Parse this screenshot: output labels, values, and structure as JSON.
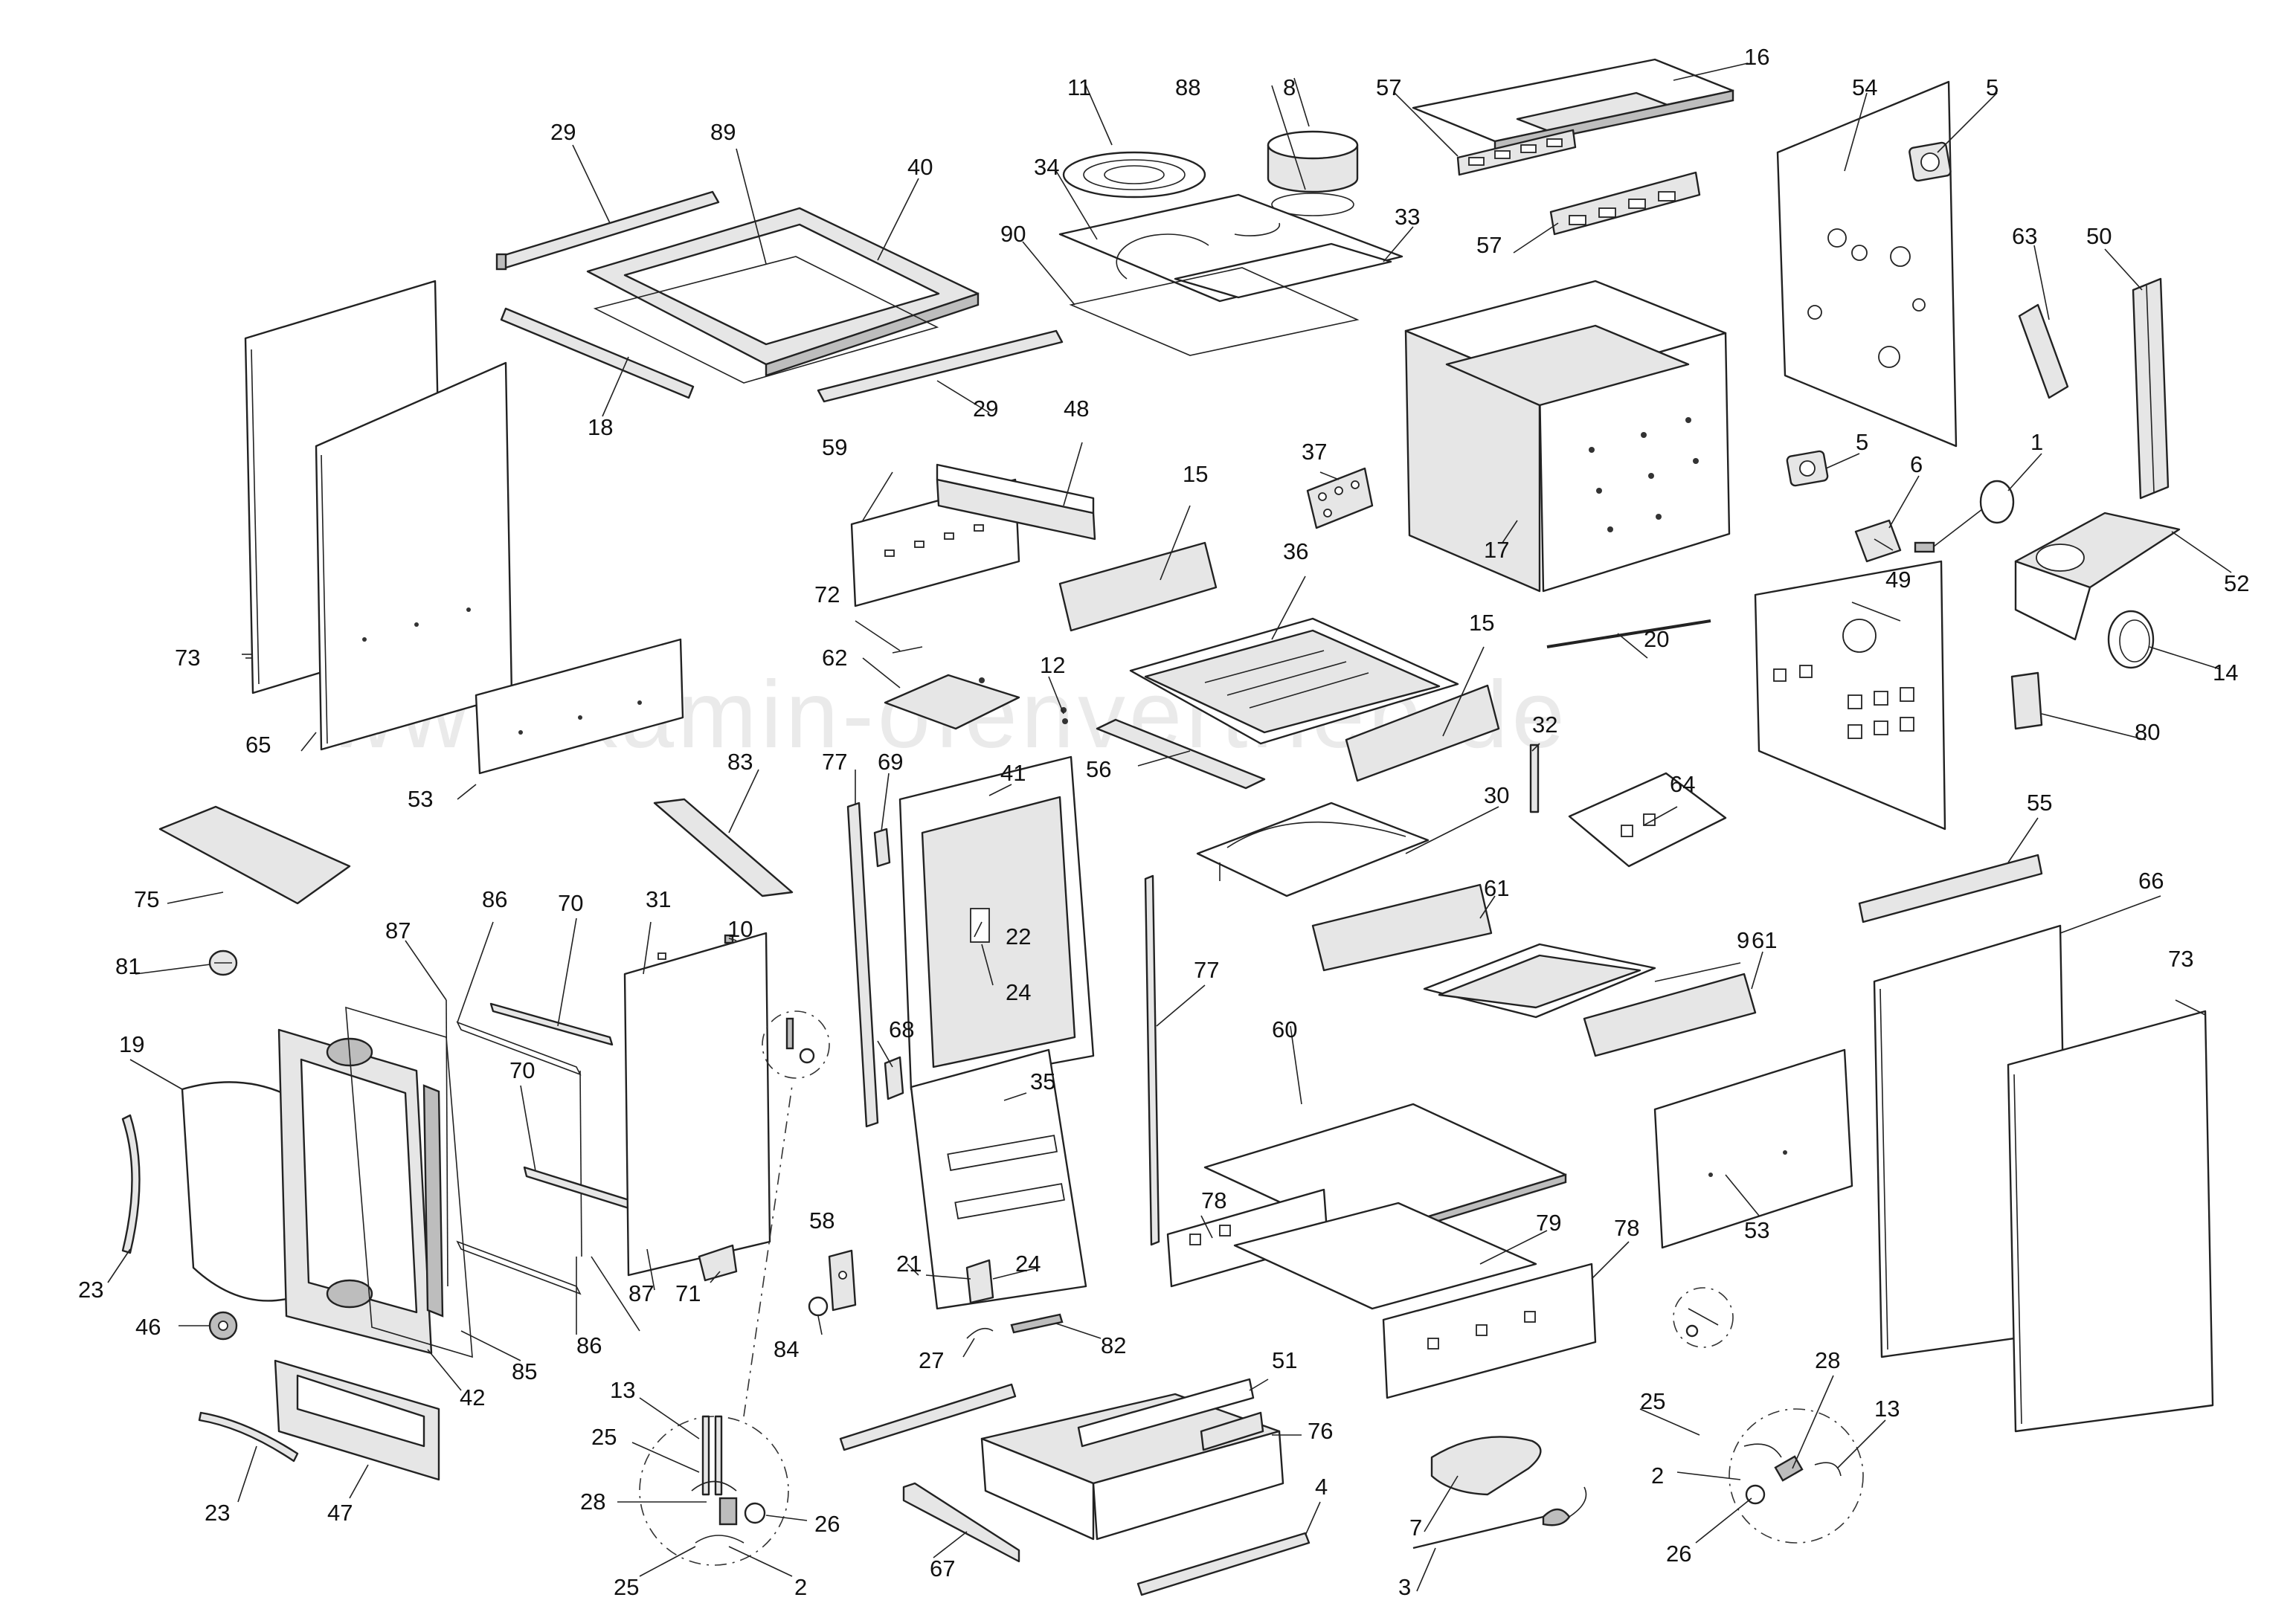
{
  "watermark": "www.kamin-ofenvertrieb.de",
  "callouts": [
    {
      "id": "c1",
      "text": "1"
    },
    {
      "id": "c2a",
      "text": "2"
    },
    {
      "id": "c2b",
      "text": "2"
    },
    {
      "id": "c3",
      "text": "3"
    },
    {
      "id": "c4",
      "text": "4"
    },
    {
      "id": "c5a",
      "text": "5"
    },
    {
      "id": "c5b",
      "text": "5"
    },
    {
      "id": "c6",
      "text": "6"
    },
    {
      "id": "c7",
      "text": "7"
    },
    {
      "id": "c8",
      "text": "8"
    },
    {
      "id": "c9",
      "text": "9"
    },
    {
      "id": "c10",
      "text": "10"
    },
    {
      "id": "c11",
      "text": "11"
    },
    {
      "id": "c12",
      "text": "12"
    },
    {
      "id": "c13a",
      "text": "13"
    },
    {
      "id": "c13b",
      "text": "13"
    },
    {
      "id": "c14",
      "text": "14"
    },
    {
      "id": "c15a",
      "text": "15"
    },
    {
      "id": "c15b",
      "text": "15"
    },
    {
      "id": "c16",
      "text": "16"
    },
    {
      "id": "c17",
      "text": "17"
    },
    {
      "id": "c18",
      "text": "18"
    },
    {
      "id": "c19",
      "text": "19"
    },
    {
      "id": "c20",
      "text": "20"
    },
    {
      "id": "c21",
      "text": "21"
    },
    {
      "id": "c22",
      "text": "22"
    },
    {
      "id": "c23a",
      "text": "23"
    },
    {
      "id": "c23b",
      "text": "23"
    },
    {
      "id": "c24a",
      "text": "24"
    },
    {
      "id": "c24b",
      "text": "24"
    },
    {
      "id": "c25a",
      "text": "25"
    },
    {
      "id": "c25b",
      "text": "25"
    },
    {
      "id": "c25c",
      "text": "25"
    },
    {
      "id": "c26a",
      "text": "26"
    },
    {
      "id": "c26b",
      "text": "26"
    },
    {
      "id": "c27",
      "text": "27"
    },
    {
      "id": "c28a",
      "text": "28"
    },
    {
      "id": "c28b",
      "text": "28"
    },
    {
      "id": "c29a",
      "text": "29"
    },
    {
      "id": "c29b",
      "text": "29"
    },
    {
      "id": "c30",
      "text": "30"
    },
    {
      "id": "c31",
      "text": "31"
    },
    {
      "id": "c32",
      "text": "32"
    },
    {
      "id": "c33",
      "text": "33"
    },
    {
      "id": "c34",
      "text": "34"
    },
    {
      "id": "c35",
      "text": "35"
    },
    {
      "id": "c36",
      "text": "36"
    },
    {
      "id": "c37",
      "text": "37"
    },
    {
      "id": "c40",
      "text": "40"
    },
    {
      "id": "c41",
      "text": "41"
    },
    {
      "id": "c42",
      "text": "42"
    },
    {
      "id": "c46",
      "text": "46"
    },
    {
      "id": "c47",
      "text": "47"
    },
    {
      "id": "c48",
      "text": "48"
    },
    {
      "id": "c49",
      "text": "49"
    },
    {
      "id": "c50",
      "text": "50"
    },
    {
      "id": "c51",
      "text": "51"
    },
    {
      "id": "c52",
      "text": "52"
    },
    {
      "id": "c53a",
      "text": "53"
    },
    {
      "id": "c53b",
      "text": "53"
    },
    {
      "id": "c54",
      "text": "54"
    },
    {
      "id": "c55",
      "text": "55"
    },
    {
      "id": "c56",
      "text": "56"
    },
    {
      "id": "c57a",
      "text": "57"
    },
    {
      "id": "c57b",
      "text": "57"
    },
    {
      "id": "c58",
      "text": "58"
    },
    {
      "id": "c59",
      "text": "59"
    },
    {
      "id": "c60",
      "text": "60"
    },
    {
      "id": "c61a",
      "text": "61"
    },
    {
      "id": "c61b",
      "text": "61"
    },
    {
      "id": "c62",
      "text": "62"
    },
    {
      "id": "c63",
      "text": "63"
    },
    {
      "id": "c64",
      "text": "64"
    },
    {
      "id": "c65",
      "text": "65"
    },
    {
      "id": "c66",
      "text": "66"
    },
    {
      "id": "c67",
      "text": "67"
    },
    {
      "id": "c68",
      "text": "68"
    },
    {
      "id": "c69",
      "text": "69"
    },
    {
      "id": "c70a",
      "text": "70"
    },
    {
      "id": "c70b",
      "text": "70"
    },
    {
      "id": "c71",
      "text": "71"
    },
    {
      "id": "c72",
      "text": "72"
    },
    {
      "id": "c73a",
      "text": "73"
    },
    {
      "id": "c73b",
      "text": "73"
    },
    {
      "id": "c75",
      "text": "75"
    },
    {
      "id": "c76",
      "text": "76"
    },
    {
      "id": "c77a",
      "text": "77"
    },
    {
      "id": "c77b",
      "text": "77"
    },
    {
      "id": "c78a",
      "text": "78"
    },
    {
      "id": "c78b",
      "text": "78"
    },
    {
      "id": "c79",
      "text": "79"
    },
    {
      "id": "c80",
      "text": "80"
    },
    {
      "id": "c81",
      "text": "81"
    },
    {
      "id": "c82",
      "text": "82"
    },
    {
      "id": "c83",
      "text": "83"
    },
    {
      "id": "c84",
      "text": "84"
    },
    {
      "id": "c85",
      "text": "85"
    },
    {
      "id": "c86a",
      "text": "86"
    },
    {
      "id": "c86b",
      "text": "86"
    },
    {
      "id": "c87a",
      "text": "87"
    },
    {
      "id": "c87b",
      "text": "87"
    },
    {
      "id": "c88",
      "text": "88"
    },
    {
      "id": "c89",
      "text": "89"
    },
    {
      "id": "c90",
      "text": "90"
    }
  ]
}
